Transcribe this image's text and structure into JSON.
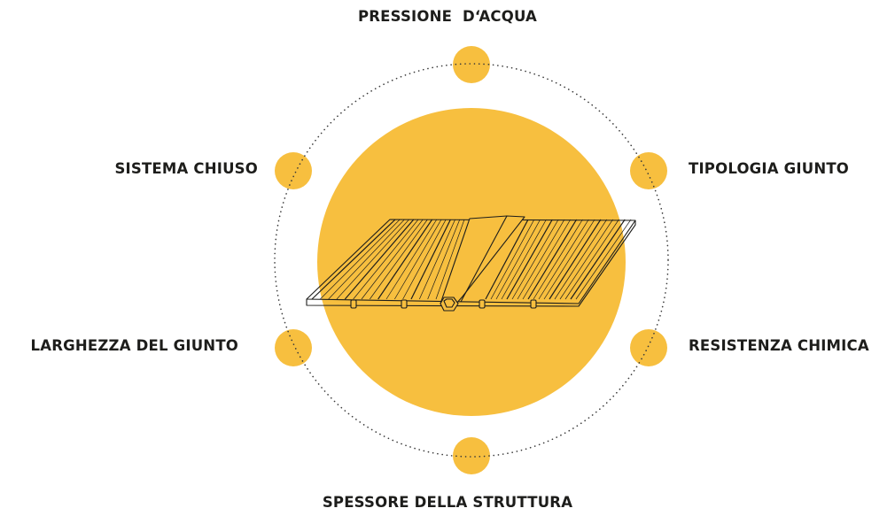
{
  "colors": {
    "accent": "#f7bf3f",
    "text": "#1d1d1b",
    "line": "#3a3a3a"
  },
  "center_image": {
    "icon": "waterstop-profile-icon"
  },
  "nodes": {
    "top": {
      "label": "PRESSIONE  D‘ACQUA"
    },
    "upper_left": {
      "label": "SISTEMA CHIUSO"
    },
    "upper_right": {
      "label": "TIPOLOGIA GIUNTO"
    },
    "lower_left": {
      "label": "LARGHEZZA DEL GIUNTO"
    },
    "lower_right": {
      "label": "RESISTENZA CHIMICA"
    },
    "bottom": {
      "label": "SPESSORE DELLA STRUTTURA"
    }
  }
}
